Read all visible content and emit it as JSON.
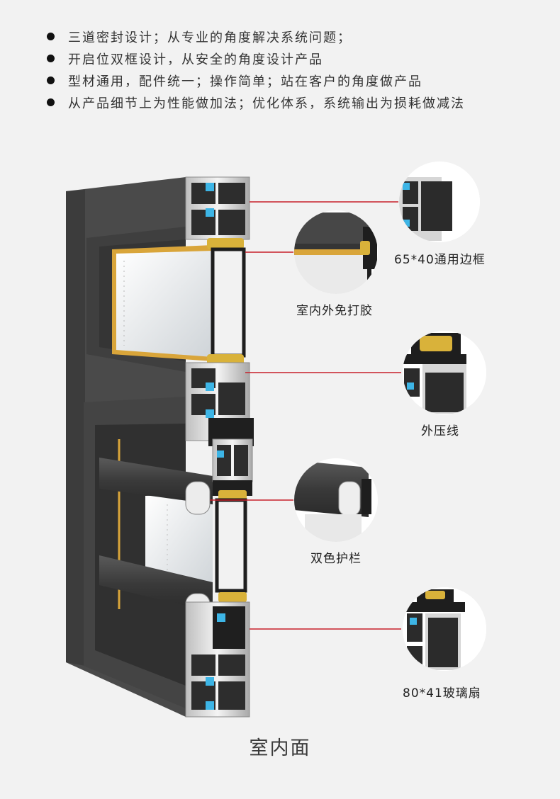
{
  "features": [
    "三道密封设计；从专业的角度解决系统问题；",
    "开启位双框设计，从安全的角度设计产品",
    "型材通用，配件统一；操作简单；站在客户的角度做产品",
    "从产品细节上为性能做加法；优化体系，系统输出为损耗做减法"
  ],
  "callouts": [
    {
      "label": "65*40通用边框",
      "icon": "frame-profile-closeup"
    },
    {
      "label": "室内外免打胶",
      "icon": "glue-free-gasket-closeup"
    },
    {
      "label": "外压线",
      "icon": "outer-bead-closeup"
    },
    {
      "label": "双色护栏",
      "icon": "two-color-guardrail-closeup"
    },
    {
      "label": "80*41玻璃扇",
      "icon": "glass-sash-closeup"
    }
  ],
  "footer": {
    "caption": "室内面"
  },
  "colors": {
    "profile": "#4a4a4a",
    "profile_dark": "#2e2e2e",
    "aluminum": "#d9d9d9",
    "gasket_blue": "#3db5e6",
    "foam_gold": "#d9b23a",
    "leader_red": "#c8202a",
    "background": "#f2f2f2"
  }
}
